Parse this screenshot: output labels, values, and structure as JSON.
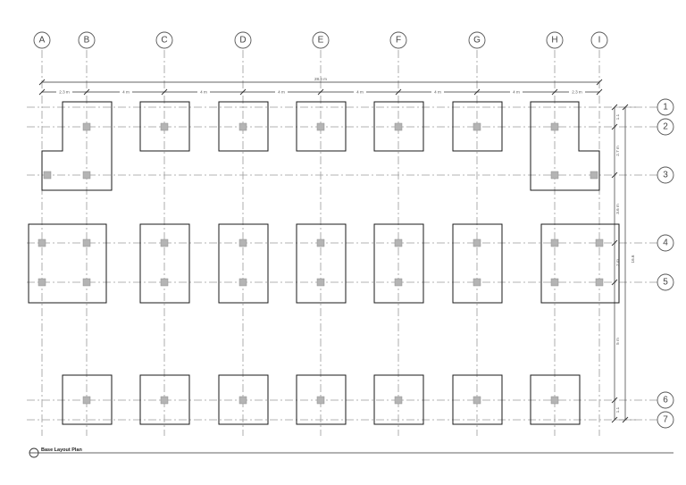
{
  "grid_columns": [
    {
      "label": "A"
    },
    {
      "label": "B"
    },
    {
      "label": "C"
    },
    {
      "label": "D"
    },
    {
      "label": "E"
    },
    {
      "label": "F"
    },
    {
      "label": "G"
    },
    {
      "label": "H"
    },
    {
      "label": "I"
    }
  ],
  "grid_rows": [
    {
      "label": "1"
    },
    {
      "label": "2"
    },
    {
      "label": "3"
    },
    {
      "label": "4"
    },
    {
      "label": "5"
    },
    {
      "label": "6"
    },
    {
      "label": "7"
    }
  ],
  "dimensions": {
    "overall_width": "28.6 m",
    "bays": [
      "2.3 m",
      "4 m",
      "4 m",
      "4 m",
      "4 m",
      "4 m",
      "4 m",
      "2.3 m"
    ],
    "overall_height": "16.6",
    "row_spacings": [
      "1.1",
      "2.7 m",
      "3.6 m",
      "2 m",
      "5 m",
      "1.1"
    ]
  },
  "drawing": {
    "title": "Base Layout Plan"
  },
  "colors": {
    "footing_outline": "#1a1a1a",
    "column": "#b4b4b4",
    "grid_line": "#9a9a9a"
  }
}
